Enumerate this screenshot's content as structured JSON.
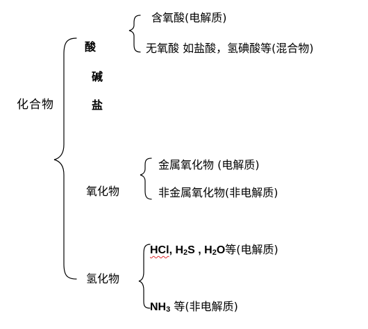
{
  "root": "化合物",
  "branches": {
    "acid": {
      "label": "酸",
      "children": {
        "oxy": "含氧酸(电解质)",
        "non_oxy": "无氧酸  如盐酸，氢碘酸等(混合物)"
      }
    },
    "base": {
      "label": "碱"
    },
    "salt": {
      "label": "盐"
    },
    "oxide": {
      "label": "氧化物",
      "children": {
        "metal": "金属氧化物  (电解质)",
        "nonmetal": "非金属氧化物(非电解质)"
      }
    },
    "hydride": {
      "label": "氢化物",
      "children": {
        "electrolyte": {
          "hcl": "HCl",
          "sep1": ", ",
          "h": "H",
          "sub2a": "2",
          "s": "S",
          "sep2": " , ",
          "h2": "H",
          "sub2b": "2",
          "o": "O",
          "tail": "等(电解质)"
        },
        "non_electrolyte": {
          "nh": "NH",
          "sub3": "3",
          "tail": " 等(非电解质)"
        }
      }
    }
  },
  "colors": {
    "text": "#000000",
    "line": "#000000",
    "spellcheck": "#e0292e"
  }
}
